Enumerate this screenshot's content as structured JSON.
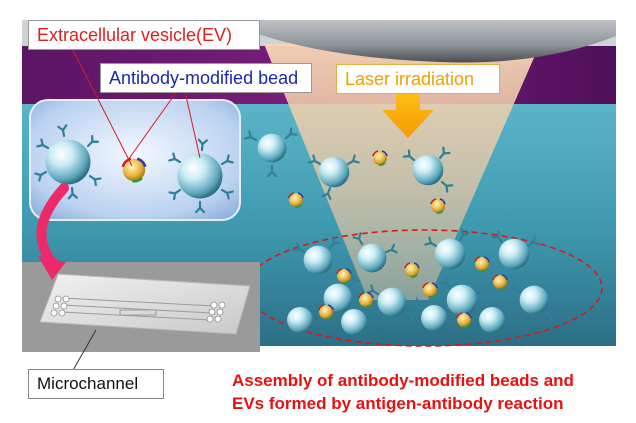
{
  "labels": {
    "ev": "Extracellular vesicle(EV)",
    "bead": "Antibody-modified bead",
    "laser": "Laser irradiation",
    "microchannel": "Microchannel"
  },
  "caption": {
    "line1": "Assembly of antibody-modified beads and",
    "line2": "EVs formed by antigen-antibody reaction"
  },
  "colors": {
    "ev_label": "#e02020",
    "bead_label": "#1a2aa8",
    "laser_label": "#f0a000",
    "caption": "#e81010",
    "liquid": "#4aa3b8",
    "purple_band": "#6a1a6e",
    "bead": "#9fd6e6",
    "assembly_ellipse": "#d81818"
  },
  "icons": [
    "laser-arrow-icon",
    "curved-arrow-icon",
    "objective-lens-icon",
    "microchip-icon"
  ]
}
